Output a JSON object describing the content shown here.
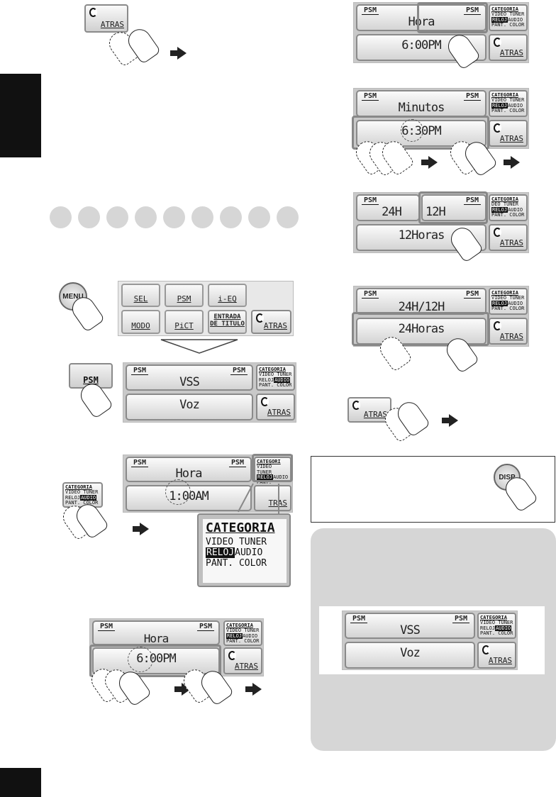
{
  "buttons": {
    "atras": "ATRAS",
    "psm": "PSM",
    "menu": "MENU",
    "disp": "DISP"
  },
  "menu_panel": {
    "sel": "SEL",
    "psm": "PSM",
    "ieq": "i-EQ",
    "modo": "MODO",
    "pict": "PiCT",
    "entrada_line1": "ENTRADA",
    "entrada_line2": "DE TITULO",
    "atras": "ATRAS"
  },
  "category": {
    "title": "CATEGORIA",
    "row1": "VIDEO TUNER",
    "row2a": "RELOJ",
    "row2b": "AUDIO",
    "row3": "PANT. COLOR",
    "row1_cut": "DEO TUNER",
    "title_cut": "CATEGORI"
  },
  "screens": {
    "psm_left": "PSM",
    "psm_right": "PSM",
    "s1_top": "Hora",
    "s1_bottom": "6:00PM",
    "s2_top": "Minutos",
    "s2_bottom": "6:30PM",
    "s3_top_left": "24H",
    "s3_top_right": "12H",
    "s3_bottom": "12Horas",
    "s4_top": "24H/12H",
    "s4_bottom": "24Horas",
    "s5_top": "VSS",
    "s5_bottom": "Voz",
    "s6_top": "Hora",
    "s6_bottom": "1:00AM",
    "s7_top": "Hora",
    "s7_bottom": "6:00PM",
    "s8_top": "VSS",
    "s8_bottom": "Voz",
    "atras_cut": "TRAS"
  },
  "colors": {
    "panel_gray": "#d6d6d6",
    "black_tab": "#111111"
  }
}
